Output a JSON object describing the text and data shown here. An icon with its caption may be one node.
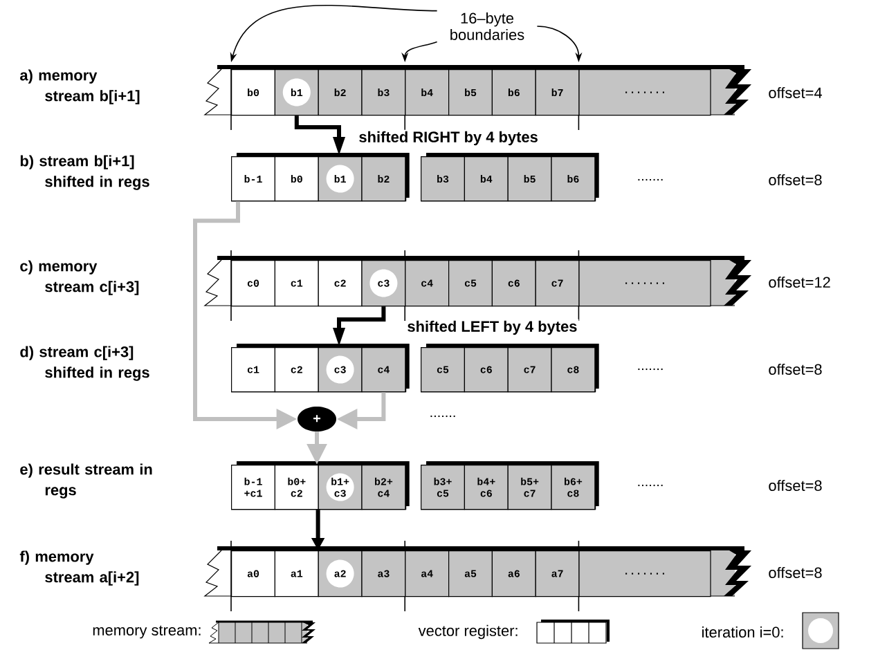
{
  "diagram": {
    "nodes": [
      {
        "text": [
          "16–byte boundaries"
        ]
      },
      {
        "text": [],
        "shape": "bar"
      },
      {
        "text": [
          "b0"
        ],
        "in": 1
      },
      {
        "text": [
          "b1"
        ],
        "in": 1
      },
      {
        "text": [
          "b2"
        ],
        "in": 1
      },
      {
        "text": [
          "b3"
        ],
        "in": 1
      },
      {
        "text": [
          "b4"
        ],
        "in": 1
      },
      {
        "text": [
          "b5"
        ],
        "in": 1
      },
      {
        "text": [
          "b6"
        ],
        "in": 1
      },
      {
        "text": [
          "b7"
        ],
        "in": 1
      },
      {
        "text": [
          "......."
        ],
        "in": 1
      },
      {
        "text": [],
        "shape": "box"
      },
      {
        "text": [
          "b-1"
        ],
        "in": 11
      },
      {
        "text": [
          "b0"
        ],
        "in": 11
      },
      {
        "text": [
          "b1"
        ],
        "in": 11
      },
      {
        "text": [
          "b2"
        ],
        "in": 11
      },
      {
        "text": [],
        "shape": "box"
      },
      {
        "text": [
          "b3"
        ],
        "in": 16
      },
      {
        "text": [
          "b4"
        ],
        "in": 16
      },
      {
        "text": [
          "b5"
        ],
        "in": 16
      },
      {
        "text": [
          "b6"
        ],
        "in": 16
      },
      {
        "text": [],
        "shape": "bar"
      },
      {
        "text": [
          "c0"
        ],
        "in": 21
      },
      {
        "text": [
          "c1"
        ],
        "in": 21
      },
      {
        "text": [
          "c2"
        ],
        "in": 21
      },
      {
        "text": [
          "c3"
        ],
        "in": 21
      },
      {
        "text": [
          "c4"
        ],
        "in": 21
      },
      {
        "text": [
          "c5"
        ],
        "in": 21
      },
      {
        "text": [
          "c6"
        ],
        "in": 21
      },
      {
        "text": [
          "c7"
        ],
        "in": 21
      },
      {
        "text": [
          "......."
        ],
        "in": 21
      },
      {
        "text": [],
        "shape": "box"
      },
      {
        "text": [
          "c1"
        ],
        "in": 31
      },
      {
        "text": [
          "c2"
        ],
        "in": 31
      },
      {
        "text": [
          "c3"
        ],
        "in": 31
      },
      {
        "text": [
          "c4"
        ],
        "in": 31
      },
      {
        "text": [],
        "shape": "box"
      },
      {
        "text": [
          "c5"
        ],
        "in": 36
      },
      {
        "text": [
          "c6"
        ],
        "in": 36
      },
      {
        "text": [
          "c7"
        ],
        "in": 36
      },
      {
        "text": [
          "c8"
        ],
        "in": 36
      },
      {
        "text": [
          "+"
        ]
      },
      {
        "text": [],
        "shape": "box"
      },
      {
        "text": [
          "b-1 +c1"
        ],
        "in": 42
      },
      {
        "text": [
          "b0+ c2"
        ],
        "in": 42
      },
      {
        "text": [
          "b1+ c3"
        ],
        "in": 42
      },
      {
        "text": [
          "b2+ c4"
        ],
        "in": 42
      },
      {
        "text": [],
        "shape": "box"
      },
      {
        "text": [
          "b3+ c5"
        ],
        "in": 47
      },
      {
        "text": [
          "b4+ c6"
        ],
        "in": 47
      },
      {
        "text": [
          "b5+ c7"
        ],
        "in": 47
      },
      {
        "text": [
          "b6+ c8"
        ],
        "in": 47
      },
      {
        "text": [],
        "shape": "bar"
      },
      {
        "text": [
          "a0"
        ],
        "in": 52
      },
      {
        "text": [
          "a1"
        ],
        "in": 52
      },
      {
        "text": [
          "a2"
        ],
        "in": 52
      },
      {
        "text": [
          "a3"
        ],
        "in": 52
      },
      {
        "text": [
          "a4"
        ],
        "in": 52
      },
      {
        "text": [
          "a5"
        ],
        "in": 52
      },
      {
        "text": [
          "a6"
        ],
        "in": 52
      },
      {
        "text": [
          "a7"
        ],
        "in": 52
      },
      {
        "text": [
          "......."
        ],
        "in": 52
      }
    ],
    "edges": [
      {
        "from": 0,
        "to": 1,
        "arrow": "to"
      },
      {
        "from": 0,
        "to": 1,
        "arrow": "to"
      },
      {
        "from": 0,
        "to": 1,
        "arrow": "to"
      },
      {
        "from": 3,
        "to": 11,
        "arrow": "to",
        "label": "shifted RIGHT by 4 bytes"
      },
      {
        "from": 25,
        "to": 31,
        "arrow": "to",
        "label": "shifted LEFT by 4 bytes"
      },
      {
        "from": 12,
        "to": 41,
        "arrow": "to",
        "color": "#bfbfbf"
      },
      {
        "from": 35,
        "to": 41,
        "arrow": "to",
        "color": "#bfbfbf"
      },
      {
        "from": 41,
        "to": 45,
        "arrow": "to",
        "color": "#bfbfbf"
      },
      {
        "from": 45,
        "to": 55,
        "arrow": "to"
      }
    ],
    "labels": [
      "a) memory stream b[i+1]",
      "offset=4",
      "b) stream b[i+1] shifted in regs",
      ".......",
      "offset=8",
      "c) memory stream c[i+3]",
      "offset=12",
      "d) stream c[i+3] shifted in regs",
      ".......",
      "offset=8",
      ".......",
      "e) result stream in regs",
      ".......",
      "offset=8",
      "f) memory stream a[i+2]",
      "offset=8"
    ],
    "legend": [
      {
        "text": "memory stream:"
      },
      {
        "text": "vector register:"
      },
      {
        "text": "iteration i=0:"
      }
    ]
  }
}
